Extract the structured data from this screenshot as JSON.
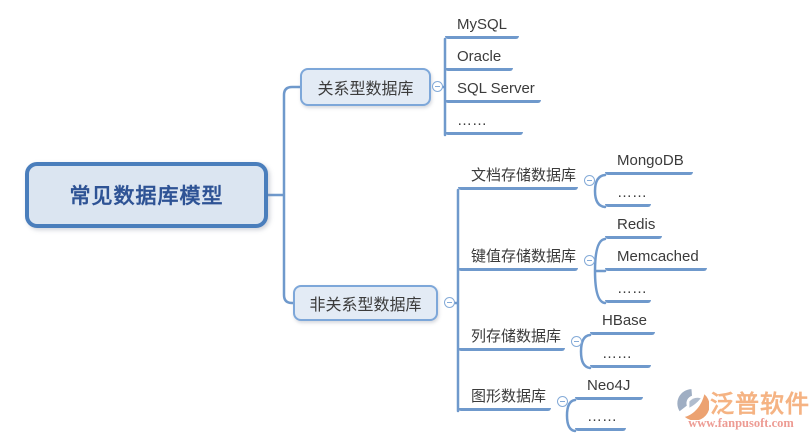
{
  "root": {
    "label": "常见数据库模型"
  },
  "branches": [
    {
      "label": "关系型数据库",
      "children": [
        {
          "label": "MySQL"
        },
        {
          "label": "Oracle"
        },
        {
          "label": "SQL Server"
        },
        {
          "label": "……"
        }
      ]
    },
    {
      "label": "非关系型数据库",
      "children": [
        {
          "label": "文档存储数据库",
          "children": [
            {
              "label": "MongoDB"
            },
            {
              "label": "……"
            }
          ]
        },
        {
          "label": "键值存储数据库",
          "children": [
            {
              "label": "Redis"
            },
            {
              "label": "Memcached"
            },
            {
              "label": "……"
            }
          ]
        },
        {
          "label": "列存储数据库",
          "children": [
            {
              "label": "HBase"
            },
            {
              "label": "……"
            }
          ]
        },
        {
          "label": "图形数据库",
          "children": [
            {
              "label": "Neo4J"
            },
            {
              "label": "……"
            }
          ]
        }
      ]
    }
  ],
  "watermark": {
    "brand": "泛普软件",
    "url": "www.fanpusoft.com"
  },
  "colors": {
    "line": "#6f99cc",
    "root_border": "#4a7ebc",
    "root_fill": "#dbe5f1",
    "root_text": "#2e5395",
    "branch_border": "#7da7d9",
    "branch_fill": "#e3ebf5",
    "text": "#3b3b3b",
    "watermark_orange": "#f2a064",
    "watermark_red": "#e88278"
  }
}
